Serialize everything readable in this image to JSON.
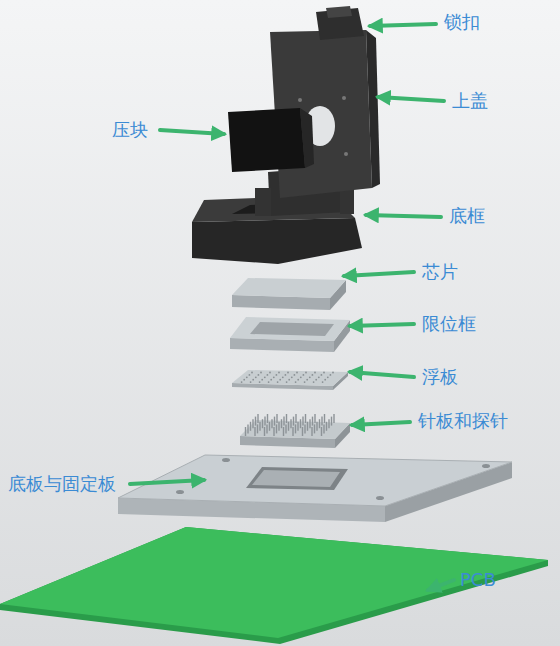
{
  "diagram": {
    "labels": [
      "锁扣",
      "上盖",
      "压块",
      "底框",
      "芯片",
      "限位框",
      "浮板",
      "针板和探针",
      "底板与固定板",
      "PCB"
    ]
  }
}
